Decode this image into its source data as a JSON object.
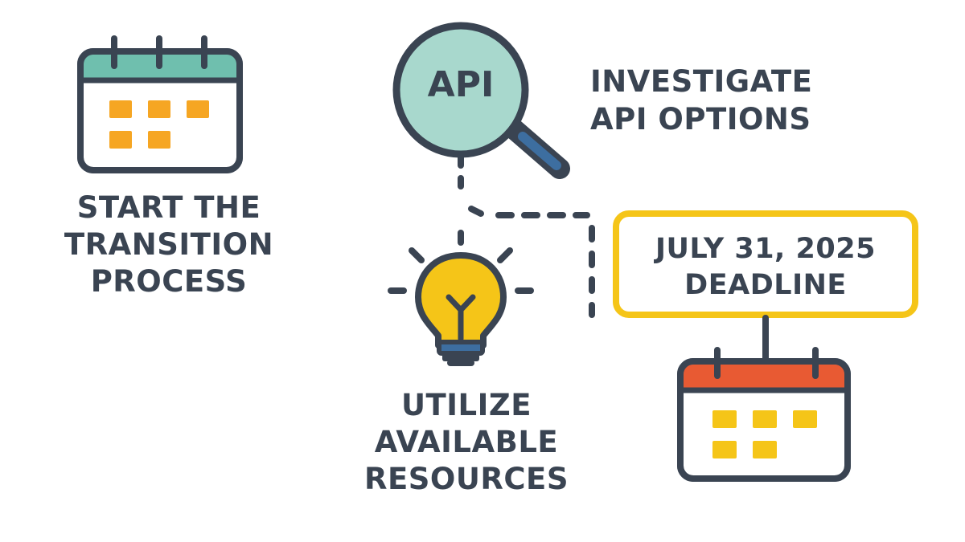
{
  "nodes": {
    "start": {
      "lines": [
        "START THE",
        "TRANSITION",
        "PROCESS"
      ]
    },
    "investigate": {
      "icon_text": "API",
      "lines": [
        "INVESTIGATE",
        "API OPTIONS"
      ]
    },
    "utilize": {
      "lines": [
        "UTILIZE",
        "AVAILABLE",
        "RESOURCES"
      ]
    },
    "deadline": {
      "lines": [
        "JULY 31, 2025",
        "DEADLINE"
      ]
    }
  },
  "icons": {
    "start": "calendar-icon",
    "investigate": "magnifier-icon",
    "utilize": "lightbulb-icon",
    "deadline": "calendar-icon"
  },
  "colors": {
    "outline": "#3a4452",
    "teal": "#6fbfae",
    "teal_light": "#a8d8cd",
    "orange": "#f6a623",
    "yellow": "#f5c518",
    "red": "#e85a33",
    "blue_handle": "#3d6ea0"
  }
}
